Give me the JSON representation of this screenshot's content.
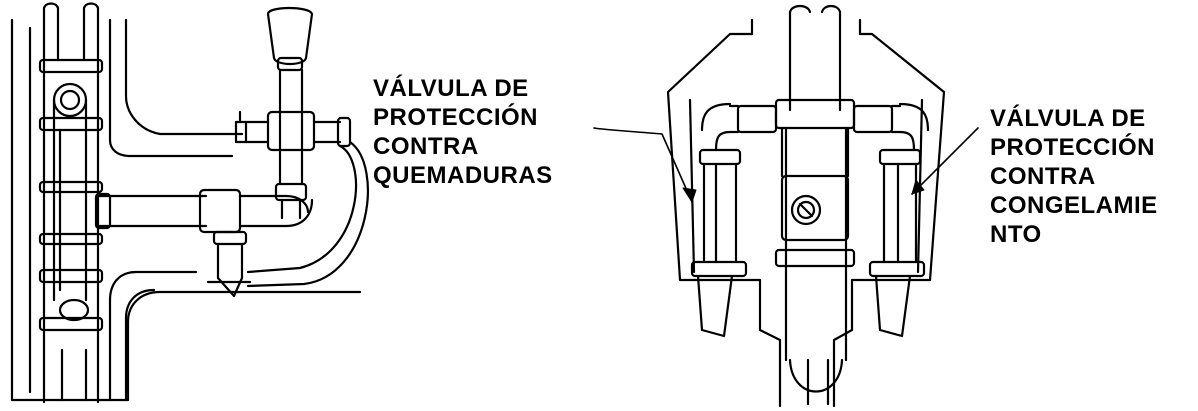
{
  "labels": {
    "scald_valve": [
      "VÁLVULA DE",
      "PROTECCIÓN",
      "CONTRA",
      "QUEMADURAS"
    ],
    "freeze_valve": [
      "VÁLVULA DE",
      "PROTECCIÓN",
      "CONTRA",
      "CONGELAMIE",
      "NTO"
    ]
  },
  "colors": {
    "ink": "#000000",
    "background": "#ffffff"
  }
}
